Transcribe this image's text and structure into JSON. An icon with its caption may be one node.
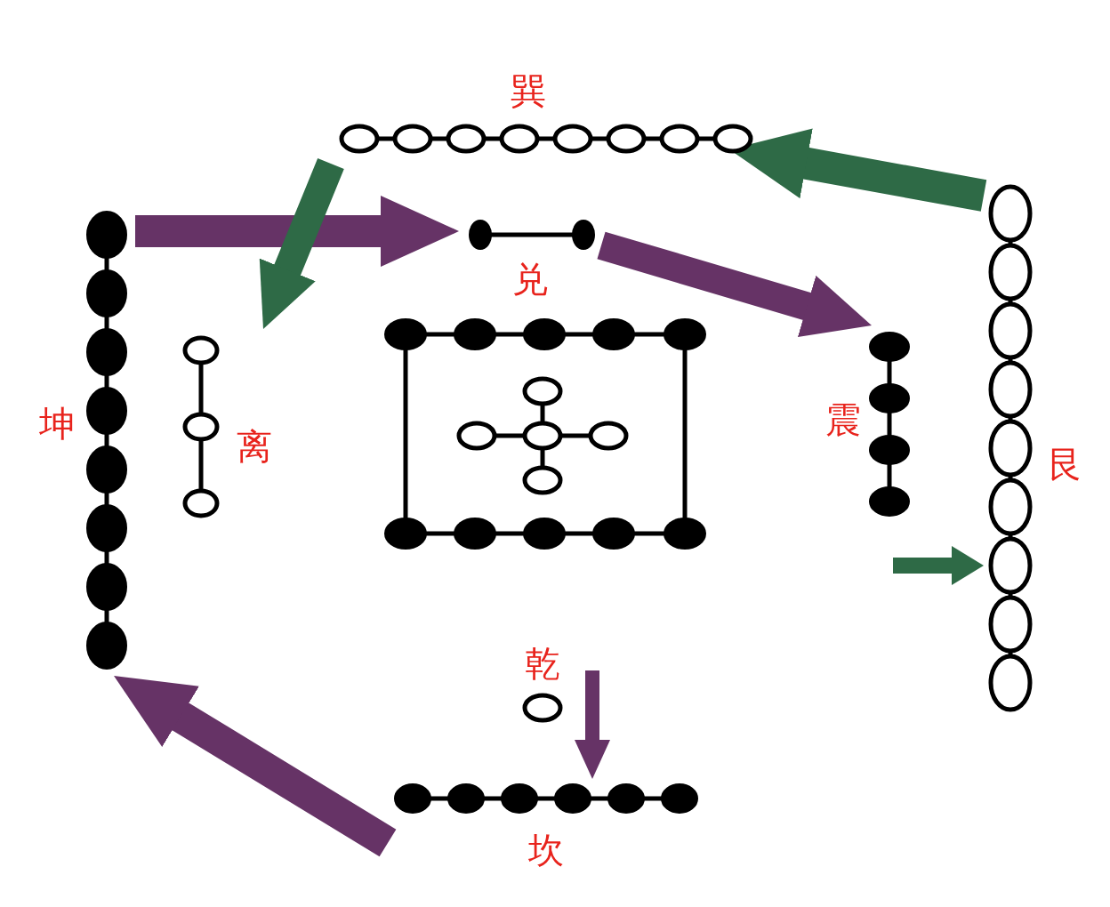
{
  "diagram": {
    "nodes": [
      {
        "text": [
          "巽"
        ]
      },
      {
        "text": [
          "坤"
        ]
      },
      {
        "text": [
          "兑"
        ]
      },
      {
        "text": [
          "离"
        ]
      },
      {
        "text": [
          "震"
        ]
      },
      {
        "text": [
          "艮"
        ]
      },
      {
        "text": [
          "乾"
        ]
      },
      {
        "text": [
          "坎"
        ]
      }
    ],
    "edges": [
      {
        "from": 1,
        "to": 2,
        "arrow": "to"
      },
      {
        "from": 0,
        "to": 3,
        "arrow": "to",
        "color": "#2e6a46"
      },
      {
        "from": 2,
        "to": 4,
        "arrow": "to"
      },
      {
        "from": 5,
        "to": 0,
        "arrow": "to",
        "color": "#2e6a46"
      },
      {
        "from": null,
        "to": 5,
        "arrow": "to",
        "color": "#2e6a46"
      },
      {
        "from": null,
        "to": 7,
        "arrow": "to"
      },
      {
        "from": 7,
        "to": 1,
        "arrow": "to"
      }
    ]
  }
}
